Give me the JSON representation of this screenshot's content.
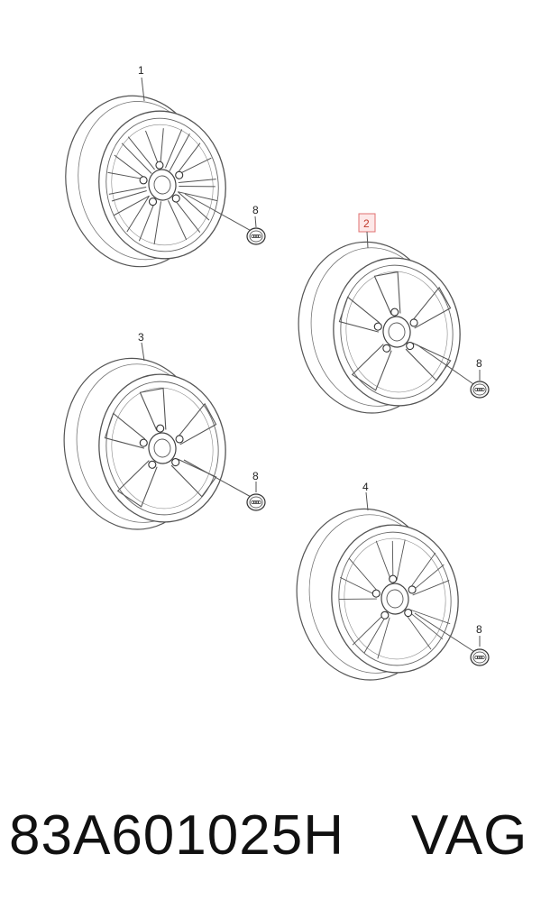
{
  "callouts": {
    "wheel_1": "1",
    "wheel_2": "2",
    "wheel_3": "3",
    "wheel_4": "4",
    "cap": "8"
  },
  "highlighted_callout": "2",
  "footer": {
    "part_number": "83A601025H",
    "brand": "VAG"
  },
  "colors": {
    "line": "#555555",
    "highlight_border": "#e07070",
    "highlight_fill": "#fde8e8",
    "highlight_text": "#c0392b"
  }
}
